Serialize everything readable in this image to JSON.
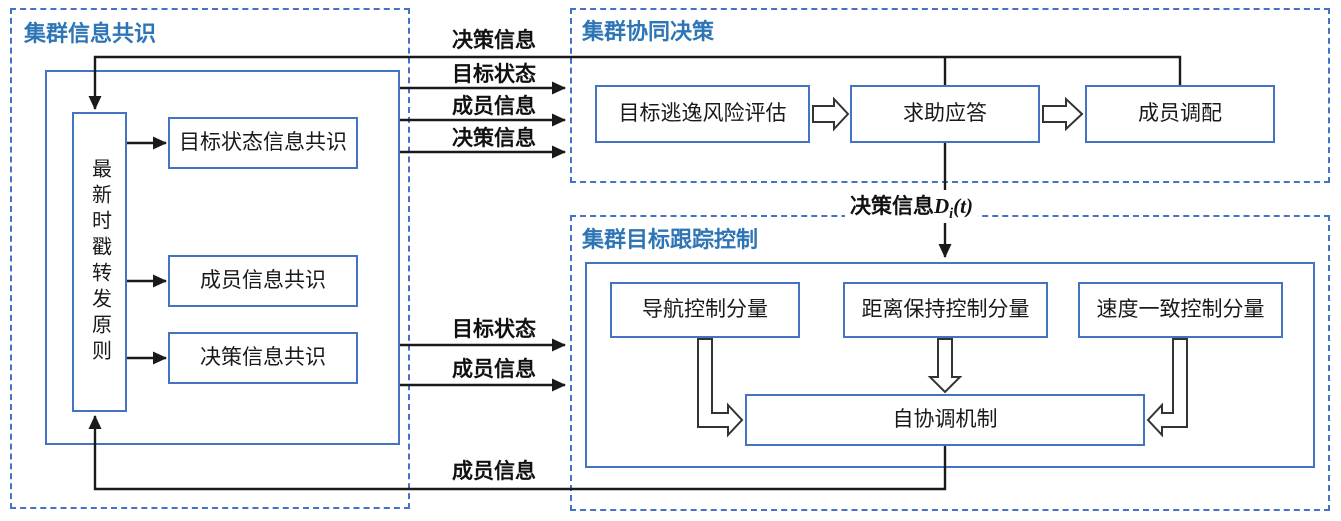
{
  "colors": {
    "box_border_blue": "#4472C4",
    "section_title_blue": "#2E75B6",
    "solid_arrow": "#1a1a1a",
    "hollow_arrow_outline": "#333333",
    "background": "#ffffff",
    "text": "#1a1a1a"
  },
  "consensus_section": {
    "title": "集群信息共识",
    "principle": "最新时戳转发原则",
    "items": [
      {
        "label": "目标状态信息共识"
      },
      {
        "label": "成员信息共识"
      },
      {
        "label": "决策信息共识"
      }
    ]
  },
  "decision_section": {
    "title": "集群协同决策",
    "steps": [
      {
        "label": "目标逃逸风险评估"
      },
      {
        "label": "求助应答"
      },
      {
        "label": "成员调配"
      }
    ]
  },
  "tracking_section": {
    "title": "集群目标跟踪控制",
    "components": [
      {
        "label": "导航控制分量"
      },
      {
        "label": "距离保持控制分量"
      },
      {
        "label": "速度一致控制分量"
      }
    ],
    "mechanism": "自协调机制"
  },
  "flow_labels": {
    "top_feedback": "决策信息",
    "to_decision_1": "目标状态",
    "to_decision_2": "成员信息",
    "to_decision_3": "决策信息",
    "decision_out_prefix": "决策信息",
    "decision_out_var": "D",
    "decision_out_sub": "i",
    "decision_out_tail": "(t)",
    "to_tracking_1": "目标状态",
    "to_tracking_2": "成员信息",
    "bottom_feedback": "成员信息"
  }
}
